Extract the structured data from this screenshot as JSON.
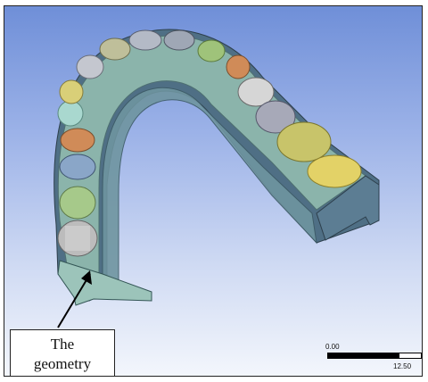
{
  "caption": {
    "line1": "The",
    "line2": "geometry"
  },
  "scale_bar": {
    "start_label": "0.00",
    "end_label": "12.50"
  },
  "colors": {
    "viewport_top": "#6f8fd8",
    "viewport_bottom": "#f3f6fc",
    "arch_body": "#7fa8a0",
    "arch_side": "#4d6e80"
  }
}
